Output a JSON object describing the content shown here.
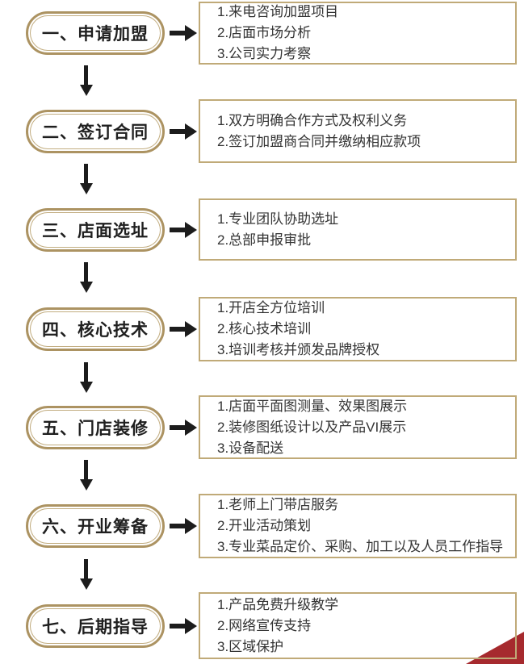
{
  "title": "加盟流程图",
  "colors": {
    "pill_border_gold": "#ac9362",
    "pill_inner_ring": "#c2ad80",
    "box_border_tan": "#c0aa78",
    "arrow_black": "#1c1c1c",
    "body_text": "#343434",
    "corner_red": "#a62a2e",
    "background": "#ffffff"
  },
  "steps": [
    {
      "label": "一、申请加盟",
      "items": [
        "1.来电咨询加盟项目",
        "2.店面市场分析",
        "3.公司实力考察"
      ]
    },
    {
      "label": "二、签订合同",
      "items": [
        "1.双方明确合作方式及权利义务",
        "2.签订加盟商合同并缴纳相应款项"
      ]
    },
    {
      "label": "三、店面选址",
      "items": [
        "1.专业团队协助选址",
        "2.总部申报审批"
      ]
    },
    {
      "label": "四、核心技术",
      "items": [
        "1.开店全方位培训",
        "2.核心技术培训",
        "3.培训考核并颁发品牌授权"
      ]
    },
    {
      "label": "五、门店装修",
      "items": [
        "1.店面平面图测量、效果图展示",
        "2.装修图纸设计以及产品VI展示",
        "3.设备配送"
      ]
    },
    {
      "label": "六、开业筹备",
      "items": [
        "1.老师上门带店服务",
        "2.开业活动策划",
        "3.专业菜品定价、采购、加工以及人员工作指导"
      ]
    },
    {
      "label": "七、后期指导",
      "items": [
        "1.产品免费升级教学",
        "2.网络宣传支持",
        "3.区域保护"
      ]
    }
  ]
}
